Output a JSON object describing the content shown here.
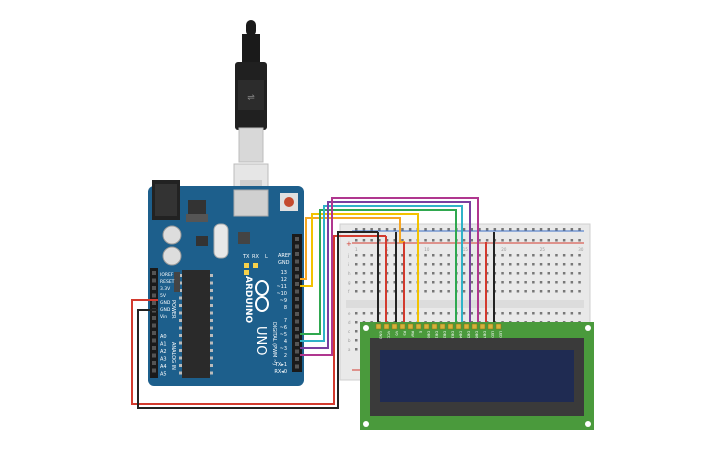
{
  "board": {
    "brand": "ARDUINO",
    "model": "UNO",
    "reset_label": "RESET",
    "aref_label": "AREF",
    "gnd_label": "GND",
    "digital_header_label": "DIGITAL (PWM ~)",
    "analog_header_label": "ANALOG IN",
    "power_header_label": "POWER",
    "tx_led_label": "TX",
    "rx_led_label": "RX",
    "l_led_label": "L",
    "digital_pins": [
      "13",
      "12",
      "~11",
      "~10",
      "~9",
      "8",
      "7",
      "~6",
      "~5",
      "4",
      "~3",
      "2",
      "TX▸1",
      "RX◂0"
    ],
    "power_pins": [
      "IOREF",
      "RESET",
      "3.3V",
      "5V",
      "GND",
      "GND",
      "Vin"
    ],
    "analog_pins": [
      "A0",
      "A1",
      "A2",
      "A3",
      "A4",
      "A5"
    ]
  },
  "breadboard": {
    "columns": [
      "1",
      "5",
      "10",
      "15",
      "20",
      "25",
      "30"
    ],
    "rows_top": [
      "j",
      "i",
      "h",
      "g",
      "f"
    ],
    "rows_bottom": [
      "e",
      "d",
      "c",
      "b",
      "a"
    ],
    "plus_label": "+",
    "minus_label": "-"
  },
  "lcd": {
    "pins": [
      "GND",
      "VCC",
      "V0",
      "RS",
      "RW",
      "E",
      "DB0",
      "DB1",
      "DB2",
      "DB3",
      "DB4",
      "DB5",
      "DB6",
      "DB7",
      "LED",
      "LED"
    ],
    "screen_color": "#1f2b52",
    "pcb_color": "#4a9a3c"
  },
  "colors": {
    "board": "#1d5f8c",
    "wire_red": "#d23a2e",
    "wire_black": "#222222",
    "wire_orange": "#f5a623",
    "wire_yellow": "#f2c200",
    "wire_green": "#2fa84f",
    "wire_cyan": "#2fb3c8",
    "wire_magenta": "#b0368f",
    "wire_purple": "#7a3fa0"
  },
  "icons": {
    "usb": "usb-cable-icon",
    "reset": "reset-button-icon",
    "infinity": "arduino-logo-icon"
  }
}
